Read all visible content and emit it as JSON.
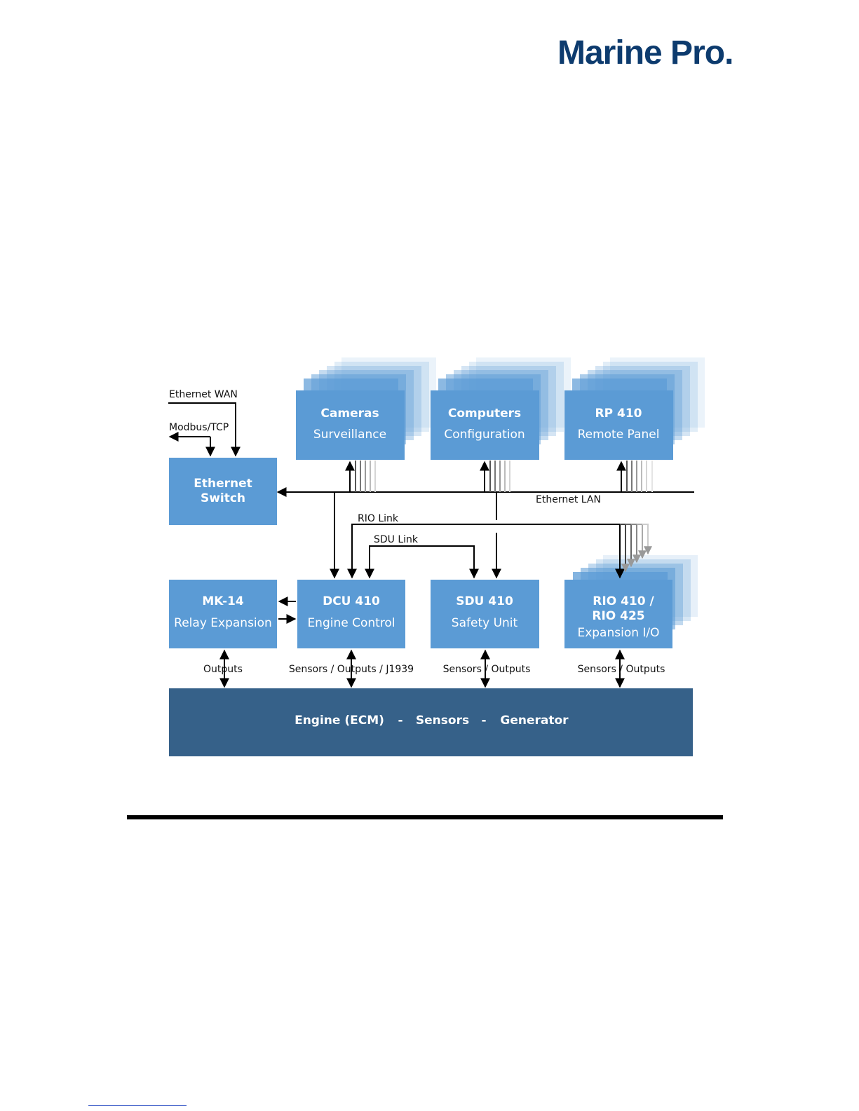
{
  "header": {
    "logo_text": "Marine Pro."
  },
  "diagram": {
    "colors": {
      "box": "#5b9bd5",
      "bar": "#366189",
      "line": "#000000",
      "text": "#ffffff"
    },
    "nodes": {
      "cameras": {
        "title": "Cameras",
        "subtitle": "Surveillance"
      },
      "computers": {
        "title": "Computers",
        "subtitle": "Configuration"
      },
      "rp410": {
        "title": "RP 410",
        "subtitle": "Remote Panel"
      },
      "ethernet_switch": {
        "line1": "Ethernet",
        "line2": "Switch"
      },
      "mk14": {
        "title": "MK-14",
        "subtitle": "Relay Expansion"
      },
      "dcu410": {
        "title": "DCU 410",
        "subtitle": "Engine Control"
      },
      "sdu410": {
        "title": "SDU 410",
        "subtitle": "Safety Unit"
      },
      "rio": {
        "line1": "RIO 410 /",
        "line2": "RIO 425",
        "subtitle": "Expansion I/O"
      },
      "engine_bar": {
        "part1": "Engine (ECM)",
        "sep1": "-",
        "part2": "Sensors",
        "sep2": "-",
        "part3": "Generator"
      }
    },
    "labels": {
      "ethernet_wan": "Ethernet WAN",
      "modbus_tcp": "Modbus/TCP",
      "ethernet_lan": "Ethernet LAN",
      "rio_link": "RIO Link",
      "sdu_link": "SDU Link",
      "mk14_io": "Outputs",
      "dcu_io": "Sensors / Outputs / J1939",
      "sdu_io": "Sensors / Outputs",
      "rio_io": "Sensors / Outputs"
    }
  }
}
